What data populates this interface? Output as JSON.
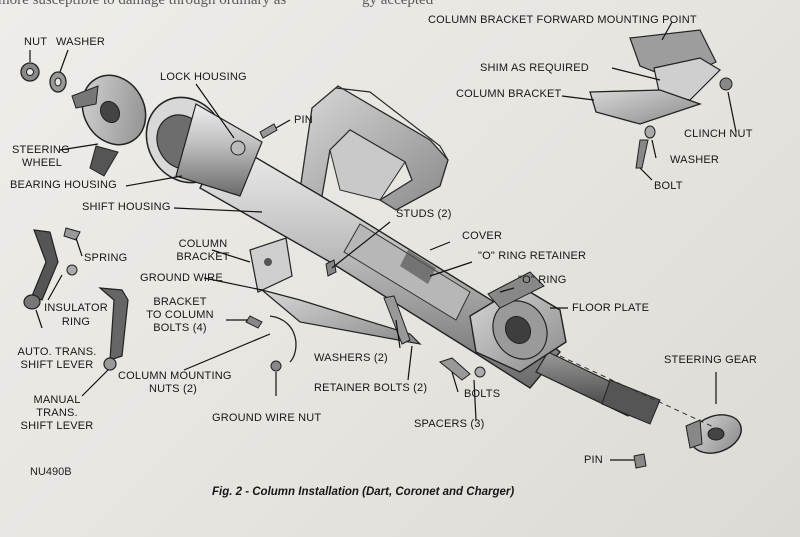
{
  "page_header": {
    "fragment_left": "more susceptible to damage through ordinary as",
    "fragment_right": "gy accepted"
  },
  "figure_id": "NU490B",
  "caption": "Fig. 2 - Column Installation (Dart, Coronet and Charger)",
  "labels": {
    "nut": "NUT",
    "washer_top": "WASHER",
    "lock_housing": "LOCK HOUSING",
    "pin_top": "PIN",
    "steering_wheel_1": "STEERING",
    "steering_wheel_2": "WHEEL",
    "bearing_housing": "BEARING HOUSING",
    "shift_housing": "SHIFT HOUSING",
    "spring": "SPRING",
    "insulator_ring_1": "INSULATOR",
    "insulator_ring_2": "RING",
    "auto_trans_1": "AUTO. TRANS.",
    "auto_trans_2": "SHIFT LEVER",
    "manual_trans_1": "MANUAL",
    "manual_trans_2": "TRANS.",
    "manual_trans_3": "SHIFT LEVER",
    "column_bracket_left_1": "COLUMN",
    "column_bracket_left_2": "BRACKET",
    "ground_wire": "GROUND WIRE",
    "bracket_bolts_1": "BRACKET",
    "bracket_bolts_2": "TO COLUMN",
    "bracket_bolts_3": "BOLTS (4)",
    "column_mounting_nuts_1": "COLUMN MOUNTING",
    "column_mounting_nuts_2": "NUTS (2)",
    "ground_wire_nut": "GROUND WIRE NUT",
    "studs": "STUDS (2)",
    "cover": "COVER",
    "o_ring_retainer": "\"O\" RING RETAINER",
    "o_ring": "\"O\" RING",
    "floor_plate": "FLOOR PLATE",
    "washers": "WASHERS (2)",
    "retainer_bolts": "RETAINER BOLTS (2)",
    "bolts": "BOLTS",
    "spacers": "SPACERS (3)",
    "steering_gear": "STEERING GEAR",
    "pin_bottom": "PIN",
    "column_bracket_fwd": "COLUMN BRACKET FORWARD MOUNTING POINT",
    "shim": "SHIM AS REQUIRED",
    "column_bracket_right": "COLUMN BRACKET",
    "clinch_nut": "CLINCH NUT",
    "washer_right": "WASHER",
    "bolt_right": "BOLT"
  }
}
